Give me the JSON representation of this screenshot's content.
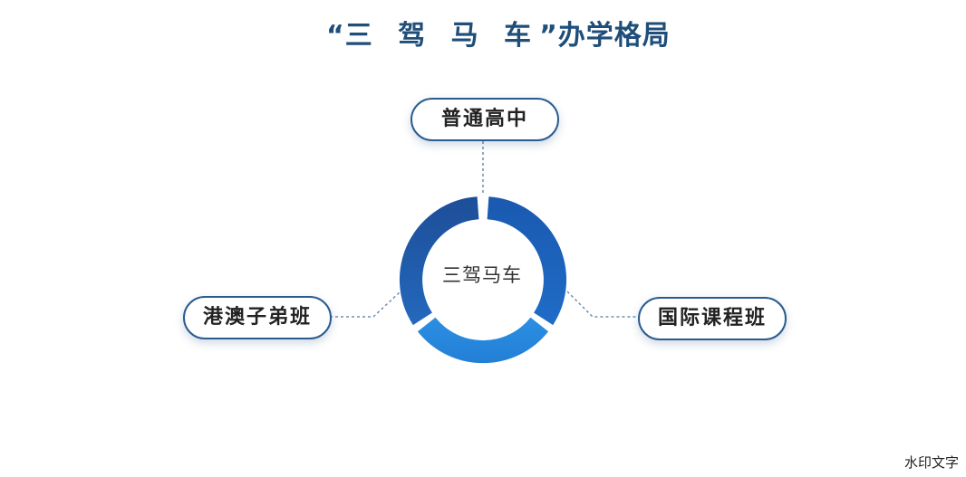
{
  "title": {
    "quote_open": "“",
    "name": "三 驾 马 车",
    "quote_close": "”",
    "suffix": "办学格局"
  },
  "center": {
    "label": "三驾马车"
  },
  "nodes": {
    "top": "普通高中",
    "left": "港澳子弟班",
    "right": "国际课程班"
  },
  "watermark": "水印文字",
  "colors": {
    "title": "#1f4e79",
    "ring_dark": "#1e4f9a",
    "ring_mid": "#1c60b8",
    "ring_light": "#2a8ee0",
    "pill_border": "#2a5c8f",
    "connector": "#6f8fae"
  }
}
